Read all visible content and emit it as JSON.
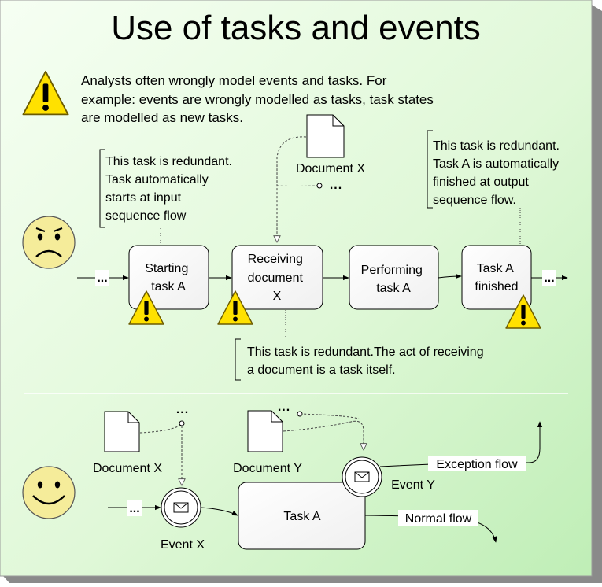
{
  "title": "Use of tasks and events",
  "intro": {
    "lines": [
      "Analysts often wrongly model events and tasks. For",
      "example: events are wrongly modelled as tasks, task states",
      "are modelled as new tasks."
    ]
  },
  "top": {
    "tasks": [
      {
        "lines": [
          "Starting",
          "task A"
        ]
      },
      {
        "lines": [
          "Receiving",
          "document",
          "X"
        ]
      },
      {
        "lines": [
          "Performing",
          "task A"
        ]
      },
      {
        "lines": [
          "Task A",
          "finished"
        ]
      }
    ],
    "document": {
      "label": "Document X"
    },
    "ellipsis": "...",
    "annotations": {
      "left": [
        "This task is redundant.",
        "Task automatically",
        "starts at input",
        "sequence flow"
      ],
      "right": [
        "This task is redundant.",
        "Task A is automatically",
        "finished at output",
        "sequence flow."
      ],
      "bottom": [
        "This task is redundant.The act of receiving",
        "a document is a task itself."
      ]
    }
  },
  "bottom": {
    "task": {
      "label": "Task A"
    },
    "doc_x": {
      "label": "Document X"
    },
    "doc_y": {
      "label": "Document Y"
    },
    "event_x": {
      "label": "Event X"
    },
    "event_y": {
      "label": "Event Y"
    },
    "exception_flow": "Exception flow",
    "normal_flow": "Normal flow",
    "ellipsis": "..."
  },
  "colors": {
    "background_light": "#eefdee",
    "background_dark": "#b6ecaf",
    "frame_shadow": "#8a8a8a",
    "warning_fill": "#ffe100",
    "face_fill": "#f5ec9a"
  }
}
